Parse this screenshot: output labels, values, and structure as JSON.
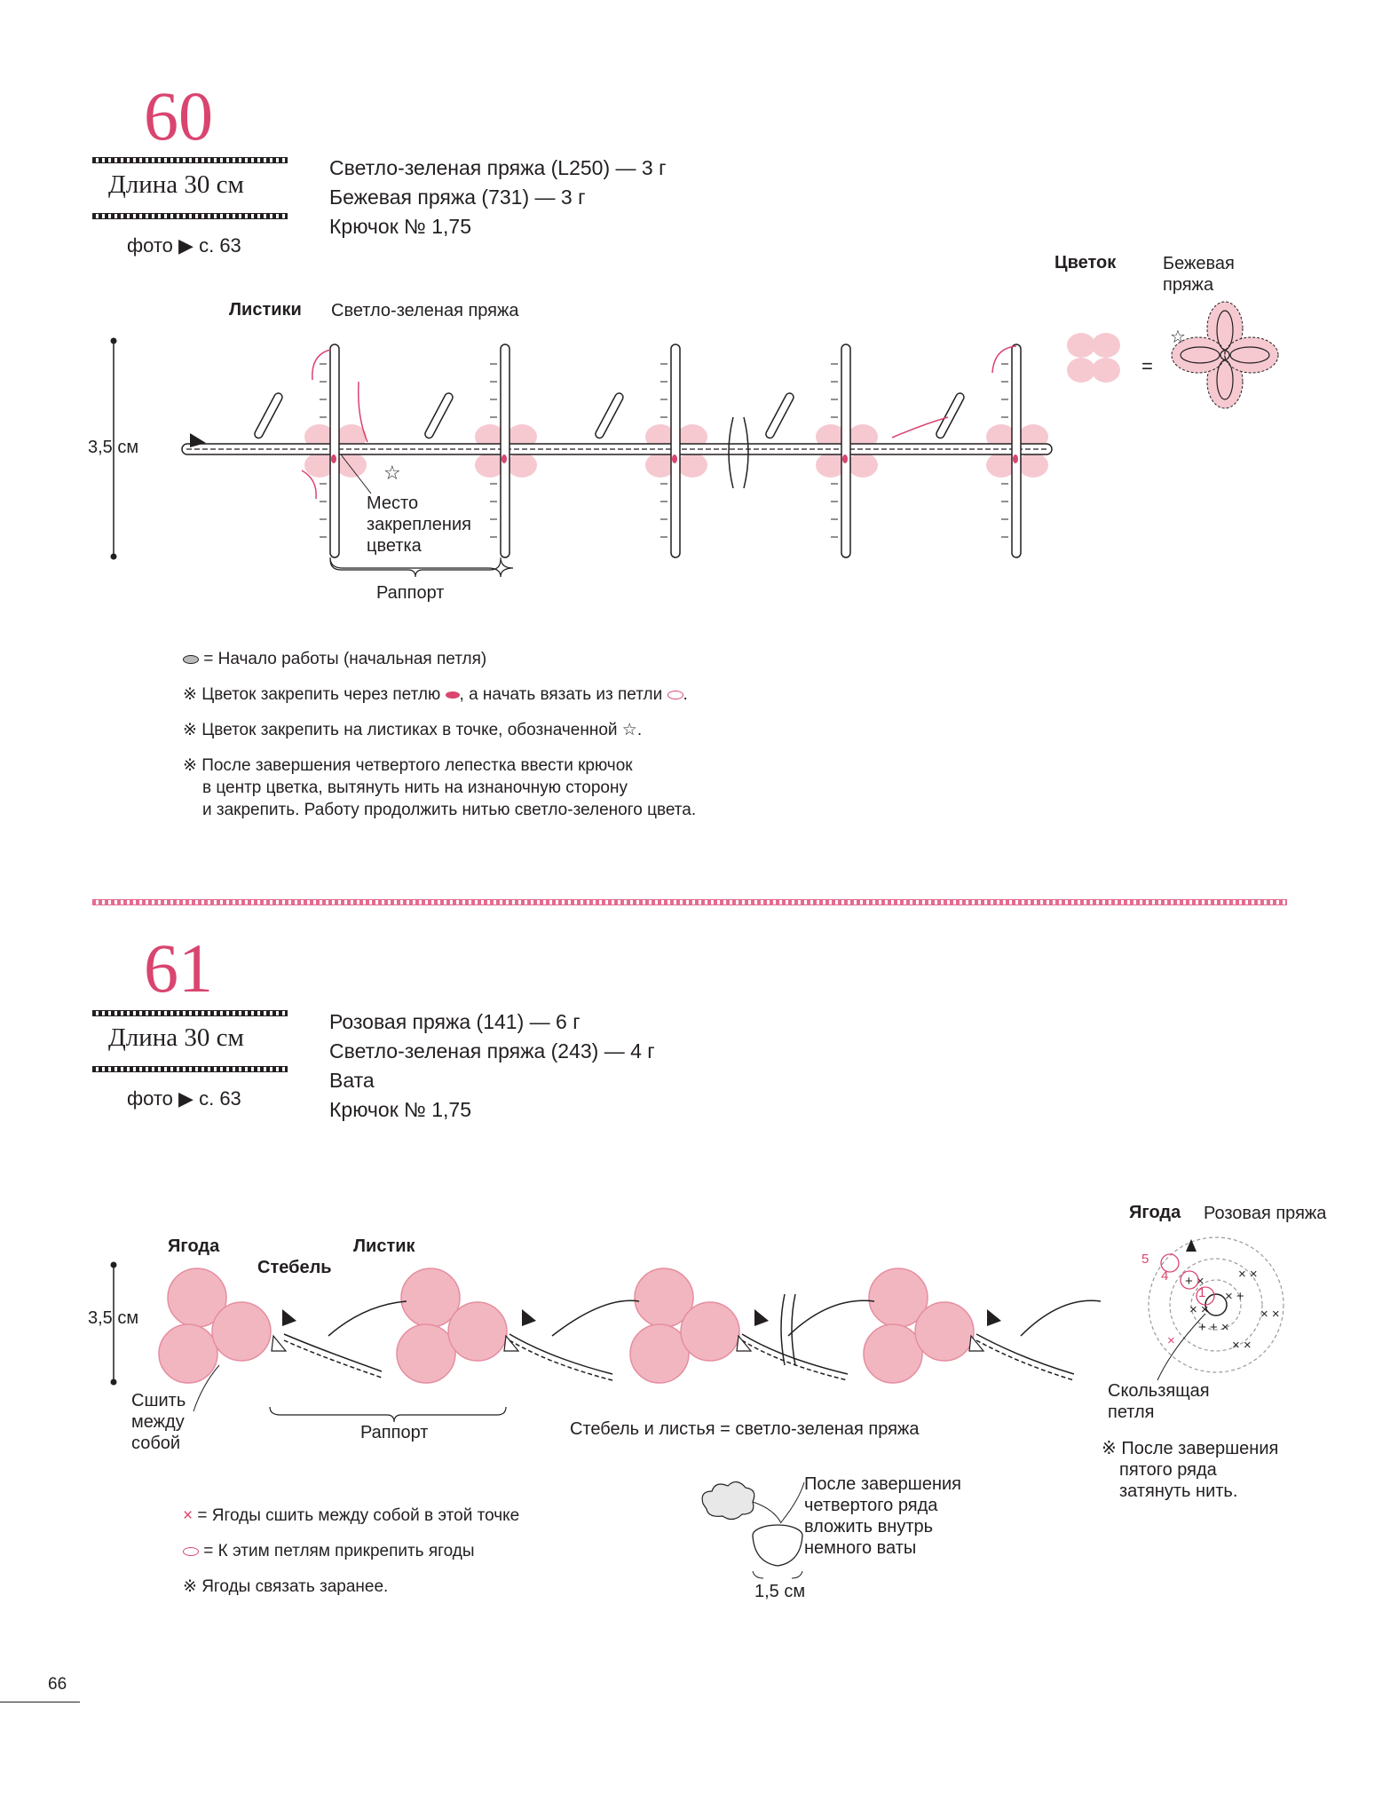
{
  "pattern60": {
    "number": "60",
    "title": "Длина 30 см",
    "photo_label": "фото",
    "photo_page": "с. 63",
    "materials": [
      "Светло-зеленая пряжа (L250) — 3 г",
      "Бежевая пряжа (731) — 3 г",
      "Крючок № 1,75"
    ],
    "leaves_label": "Листики",
    "leaves_yarn": "Светло-зеленая пряжа",
    "flower_label": "Цветок",
    "flower_yarn_1": "Бежевая",
    "flower_yarn_2": "пряжа",
    "height": "3,5 см",
    "attach_1": "Место",
    "attach_2": "закрепления",
    "attach_3": "цветка",
    "repeat": "Раппорт",
    "notes": [
      "= Начало работы (начальная петля)",
      "※ Цветок закрепить через петлю",
      ", а начать вязать из петли",
      "※ Цветок закрепить на листиках в точке, обозначенной ☆.",
      "※ После завершения четвертого лепестка ввести крючок",
      "в центр цветка, вытянуть нить на изнаночную сторону",
      "и закрепить. Работу продолжить нитью светло-зеленого цвета."
    ]
  },
  "pattern61": {
    "number": "61",
    "title": "Длина 30 см",
    "photo_label": "фото",
    "photo_page": "с. 63",
    "materials": [
      "Розовая пряжа (141) — 6 г",
      "Светло-зеленая пряжа (243) — 4 г",
      "Вата",
      "Крючок № 1,75"
    ],
    "berry_label": "Ягода",
    "stem_label": "Стебель",
    "leaf_label": "Листик",
    "height": "3,5 см",
    "sew_1": "Сшить",
    "sew_2": "между",
    "sew_3": "собой",
    "repeat": "Раппорт",
    "stem_note": "Стебель и листья = светло-зеленая пряжа",
    "berry_yarn": "Розовая пряжа",
    "slip_1": "Скользящая",
    "slip_2": "петля",
    "after5_1": "※ После завершения",
    "after5_2": "пятого ряда",
    "after5_3": "затянуть нить.",
    "after4_1": "После завершения",
    "after4_2": "четвертого ряда",
    "after4_3": "вложить внутрь",
    "after4_4": "немного ваты",
    "size": "1,5 см",
    "row_5": "5",
    "row_4": "4",
    "row_1": "1",
    "notes": [
      "= Ягоды сшить между собой в этой точке",
      "= К этим петлям прикрепить ягоды",
      "※ Ягоды связать заранее."
    ]
  },
  "page_number": "66",
  "colors": {
    "accent": "#d9456f",
    "flower": "#f6c9d1",
    "berry": "#f2b6c0",
    "berry_stroke": "#e58ea0"
  }
}
